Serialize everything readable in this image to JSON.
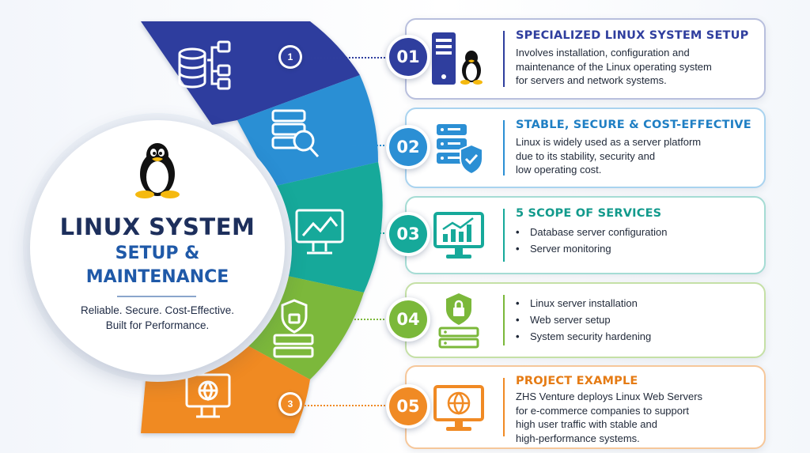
{
  "hub": {
    "title": "LINUX SYSTEM",
    "subtitle_line1": "SETUP &",
    "subtitle_line2": "MAINTENANCE",
    "tagline_line1": "Reliable. Secure. Cost-Effective.",
    "tagline_line2": "Built for Performance."
  },
  "markers": {
    "top": "1",
    "bottom": "3"
  },
  "colors": {
    "navy": "#2f3e9e",
    "blue": "#2b8fd4",
    "teal": "#16a99a",
    "green": "#7bb83a",
    "orange": "#f08a24",
    "title_dark": "#1d2f5c"
  },
  "segments": [
    {
      "icon": "database-tree-icon"
    },
    {
      "icon": "server-search-icon"
    },
    {
      "icon": "monitor-chart-icon"
    },
    {
      "icon": "shield-server-icon"
    },
    {
      "icon": "monitor-globe-icon"
    }
  ],
  "cards": [
    {
      "number": "01",
      "icon": "linux-server-icon",
      "title": "SPECIALIZED LINUX SYSTEM SETUP",
      "lines": [
        "Involves installation, configuration and",
        "maintenance of the Linux operating system",
        "for servers and network systems."
      ]
    },
    {
      "number": "02",
      "icon": "secure-server-icon",
      "title": "STABLE, SECURE & COST-EFFECTIVE",
      "lines": [
        "Linux is widely used as a server platform",
        "due to its stability, security and",
        "low operating cost."
      ]
    },
    {
      "number": "03",
      "icon": "monitor-chart-icon",
      "title": "5 SCOPE OF SERVICES",
      "bullets": [
        "Database server configuration",
        "Server monitoring"
      ]
    },
    {
      "number": "04",
      "icon": "lock-server-icon",
      "bullets": [
        "Linux server installation",
        "Web server setup",
        "System security hardening"
      ]
    },
    {
      "number": "05",
      "icon": "globe-monitor-icon",
      "title": "PROJECT EXAMPLE",
      "lines": [
        "ZHS Venture deploys Linux Web Servers",
        "for e-commerce companies to support",
        "high user traffic with stable and",
        "high-performance systems."
      ]
    }
  ]
}
